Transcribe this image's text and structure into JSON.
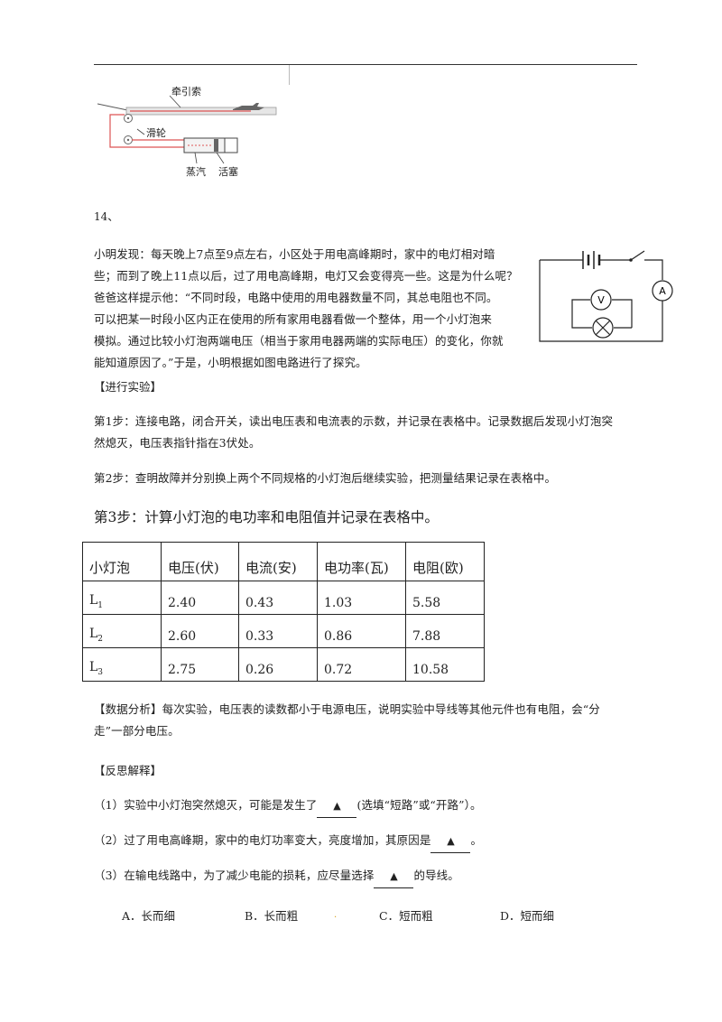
{
  "figure1": {
    "label_cable": "牵引索",
    "label_pulley": "滑轮",
    "label_steam": "蒸汽",
    "label_piston": "活塞"
  },
  "question": {
    "number": "14、",
    "intro_lines": [
      "小明发现：每天晚上7点至9点左右，小区处于用电高峰期时，家中的电灯相对暗",
      "些；而到了晚上11点以后，过了用电高峰期，电灯又会变得亮一些。这是为什么呢？",
      "爸爸这样提示他：“不同时段，电路中使用的用电器数量不同，其总电阻也不同。",
      "可以把某一时段小区内正在使用的所有家用电器看做一个整体，用一个小灯泡来",
      "模拟。通过比较小灯泡两端电压（相当于家用电器两端的实际电压）的变化，你就",
      "能知道原因了。”于是，小明根据如图电路进行了探究。"
    ],
    "circuit": {
      "voltmeter": "V",
      "ammeter": "A"
    },
    "experiment_heading": "【进行实验】",
    "step1_lines": [
      "第1步：连接电路，闭合开关，读出电压表和电流表的示数，并记录在表格中。记录数据后发现小灯泡突",
      "然熄灭，电压表指针指在3伏处。"
    ],
    "step2": "第2步：查明故障并分别换上两个不同规格的小灯泡后继续实验，把测量结果记录在表格中。",
    "step3": "第3步：计算小灯泡的电功率和电阻值并记录在表格中。",
    "table": {
      "headers": [
        "小灯泡",
        "电压(伏)",
        "电流(安)",
        "电功率(瓦)",
        "电阻(欧)"
      ],
      "rows": [
        {
          "name": "L",
          "sub": "1",
          "voltage": "2.40",
          "current": "0.43",
          "power": "1.03",
          "resistance": "5.58"
        },
        {
          "name": "L",
          "sub": "2",
          "voltage": "2.60",
          "current": "0.33",
          "power": "0.86",
          "resistance": "7.88"
        },
        {
          "name": "L",
          "sub": "3",
          "voltage": "2.75",
          "current": "0.26",
          "power": "0.72",
          "resistance": "10.58"
        }
      ]
    },
    "analysis_label": "【数据分析】",
    "analysis_line1": "每次实验，电压表的读数都小于电源电压，说明实验中导线等其他元件也有电阻，会“分",
    "analysis_line2": "走”一部分电压。",
    "reflection_heading": "【反思解释】",
    "q1_before": "（1）实验中小灯泡突然熄灭，可能是发生了",
    "q1_after": "(选填“短路”或“开路”）。",
    "q2_before": "（2）过了用电高峰期，家中的电灯功率变大，亮度增加，其原因是",
    "q2_after": "。",
    "q3_before": "（3）在输电线路中，为了减少电能的损耗，应尽量选择",
    "q3_after": "的导线。",
    "blank_mark": "▲",
    "options": [
      "A．长而细",
      "B．长而粗",
      "C．短而粗",
      "D．短而细"
    ]
  }
}
